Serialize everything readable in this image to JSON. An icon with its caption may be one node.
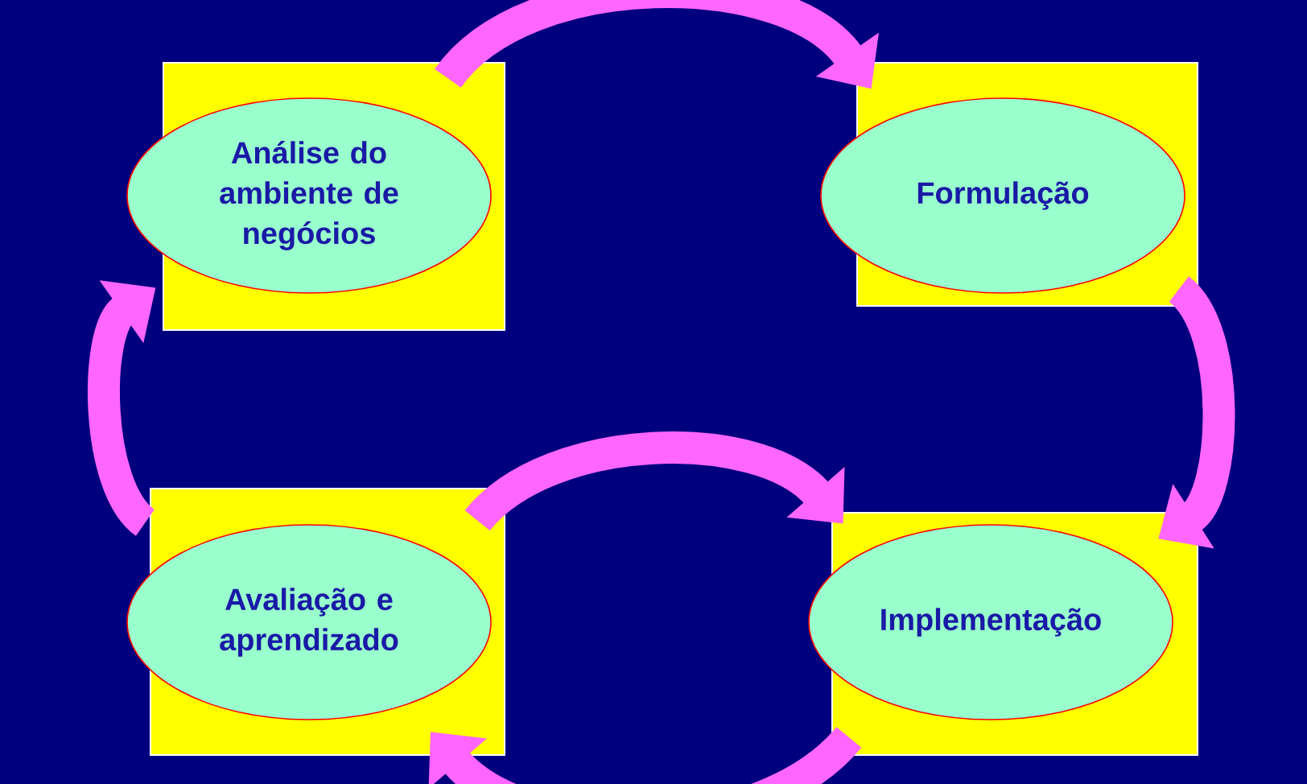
{
  "diagram": {
    "nodes": [
      {
        "text": [
          "Análise do ambiente de negócios"
        ]
      },
      {
        "text": [
          "Formulação"
        ]
      },
      {
        "text": [
          "Implementação"
        ]
      },
      {
        "text": [
          "Avaliação e aprendizado"
        ]
      }
    ],
    "edges": [
      {
        "from": 0,
        "to": 1,
        "arrow": "to"
      },
      {
        "from": 1,
        "to": 2,
        "arrow": "to"
      },
      {
        "from": 2,
        "to": 3,
        "arrow": "to"
      },
      {
        "from": 3,
        "to": 2,
        "arrow": "to"
      },
      {
        "from": 3,
        "to": 0,
        "arrow": "to"
      }
    ]
  }
}
